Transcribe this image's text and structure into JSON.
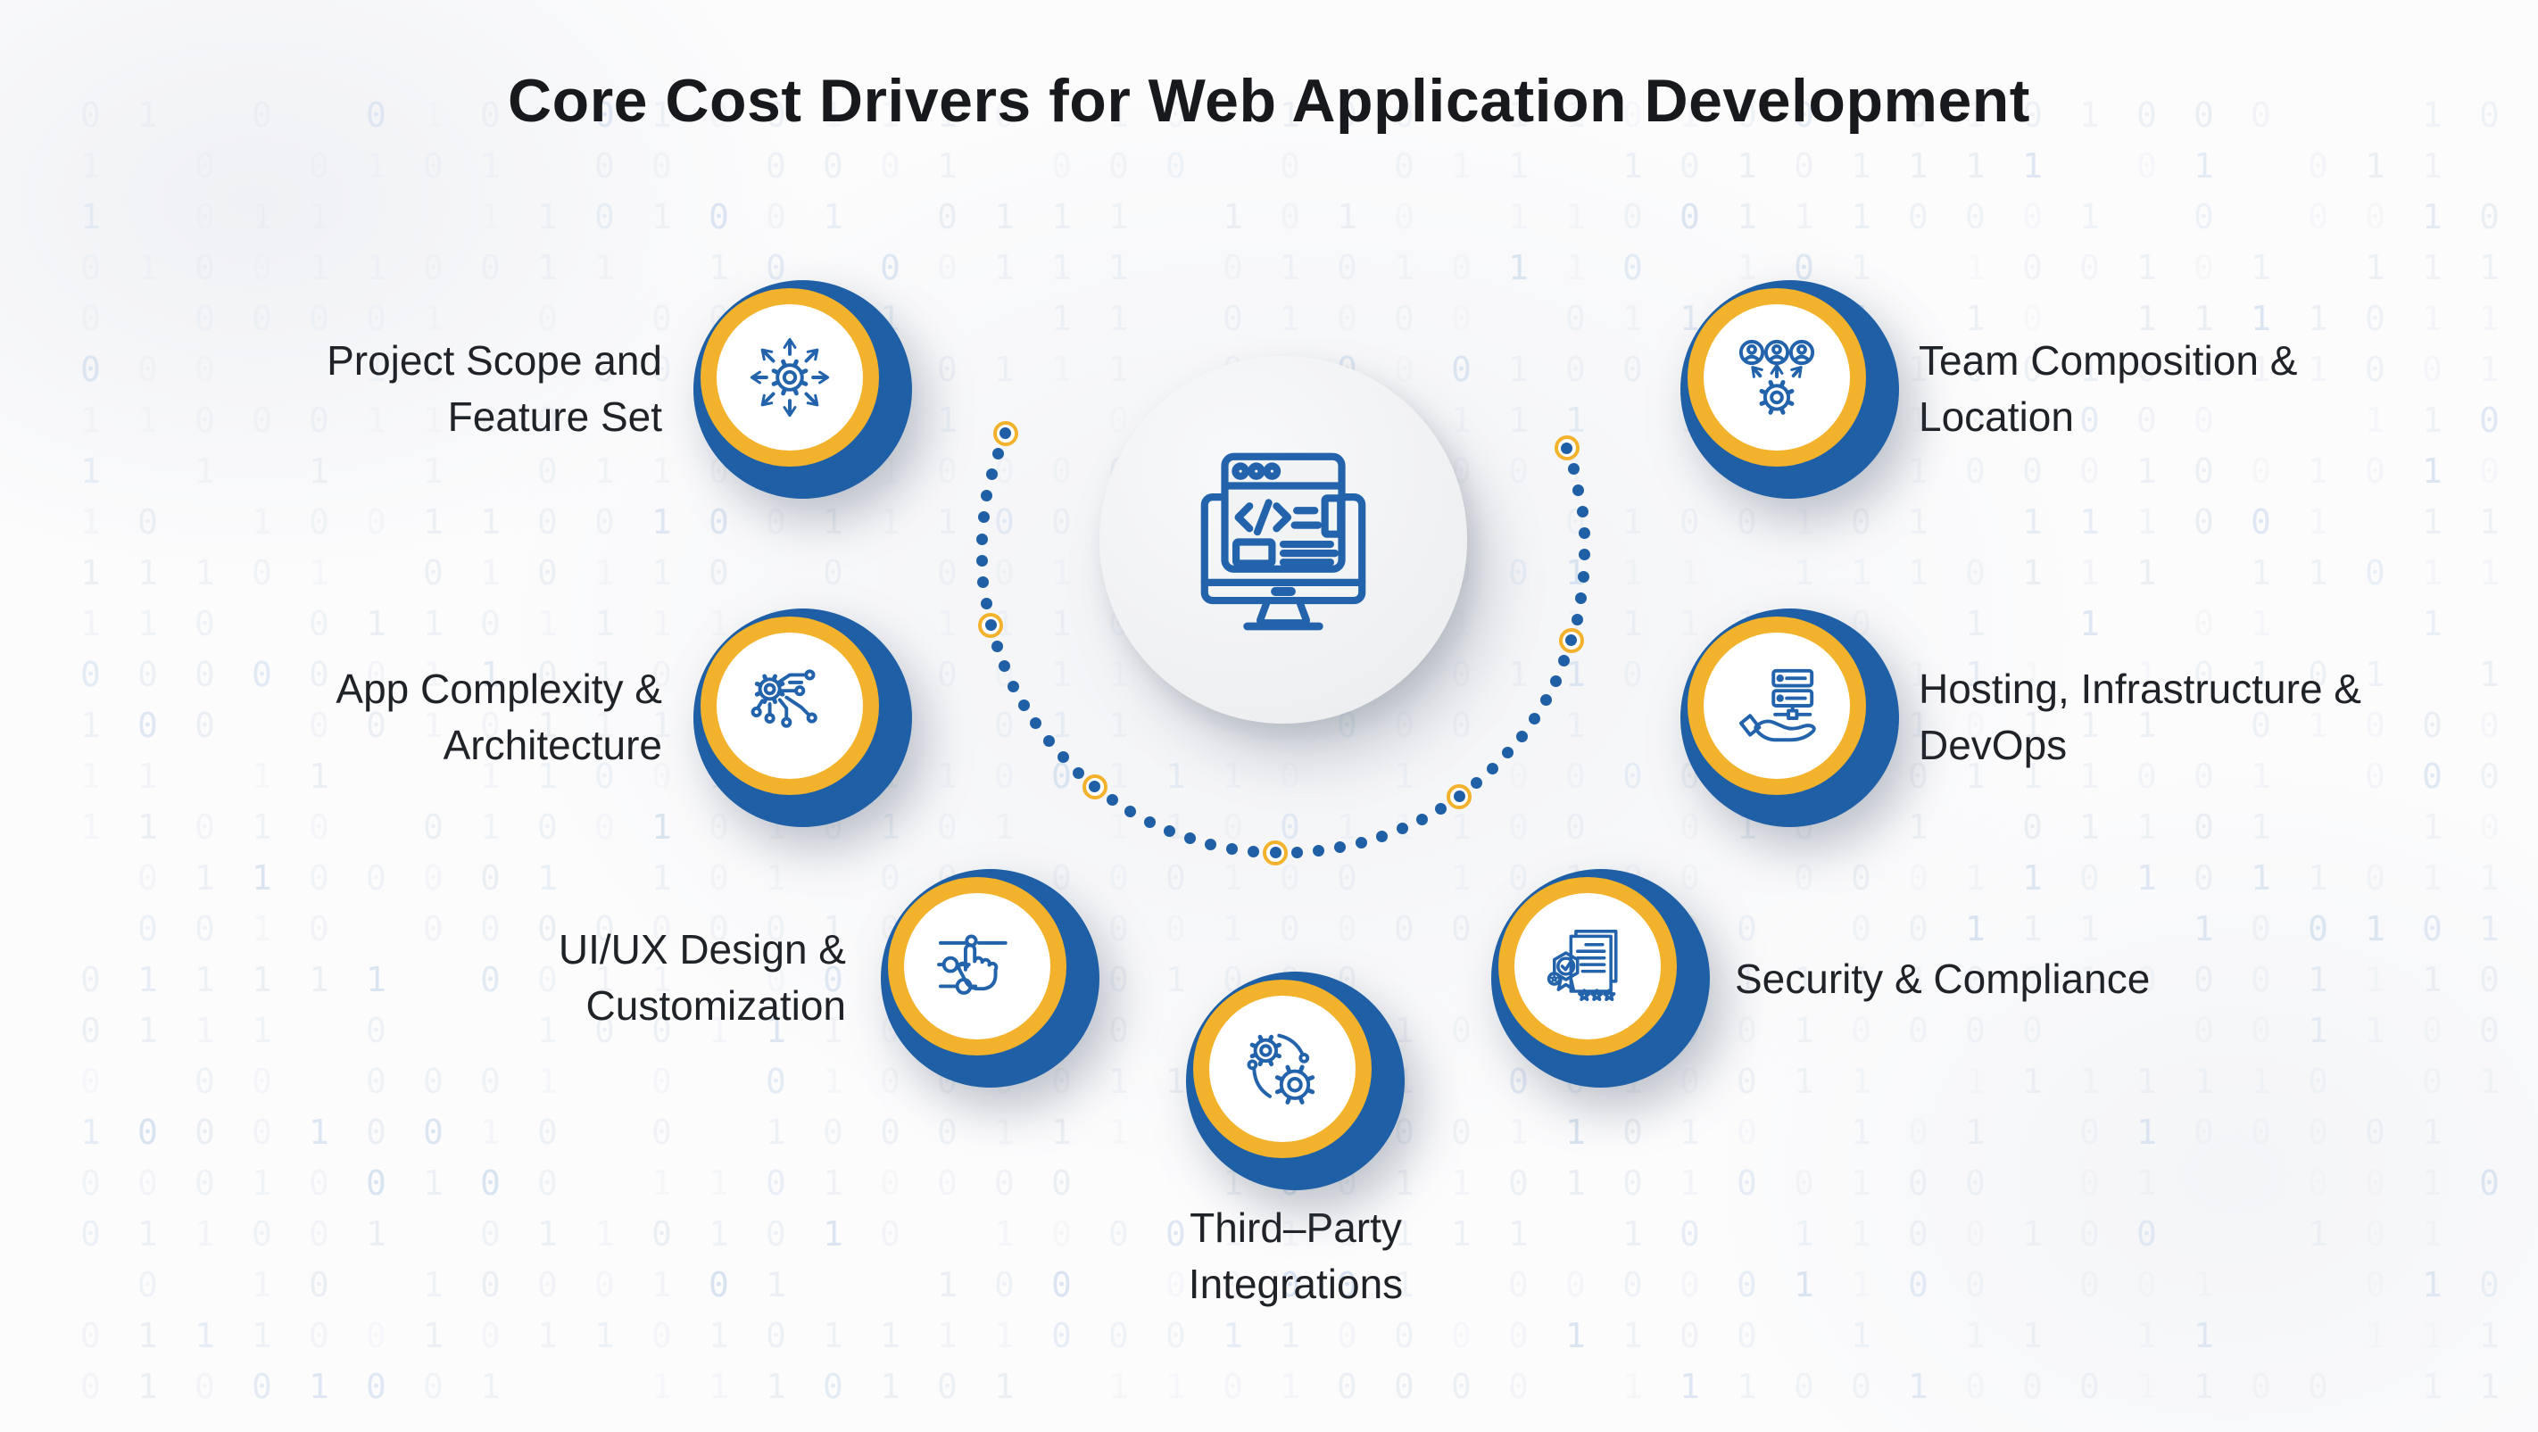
{
  "title": "Core Cost Drivers for Web Application Development",
  "center": {
    "name": "web-application-development",
    "icon": "code-browser-monitor-icon"
  },
  "colors": {
    "ring_blue": "#1E5FA6",
    "accent_yellow": "#F3B22C",
    "icon_blue": "#2263AB",
    "title_text": "#17191D",
    "label_text": "#1F2227",
    "background": "#FCFCFD",
    "binary_gray": "#EAEEF3",
    "binary_blue": "#D6E2F1"
  },
  "background_pattern": {
    "characters": [
      "0",
      "1"
    ],
    "description": "faint binary digit grid"
  },
  "nodes": [
    {
      "id": "project-scope",
      "label": "Project Scope and Feature Set",
      "lines": [
        "Project Scope and",
        "Feature Set"
      ],
      "icon": "gear-expand-arrows-icon",
      "position": "upper-left"
    },
    {
      "id": "app-complexity",
      "label": "App Complexity & Architecture",
      "lines": [
        "App Complexity &",
        "Architecture"
      ],
      "icon": "gear-circuit-icon",
      "position": "middle-left"
    },
    {
      "id": "uiux-design",
      "label": "UI/UX Design & Customization",
      "lines": [
        "UI/UX Design &",
        "Customization"
      ],
      "icon": "hand-sliders-icon",
      "position": "lower-left"
    },
    {
      "id": "third-party-integrations",
      "label": "Third–Party Integrations",
      "lines": [
        "Third–Party",
        "Integrations"
      ],
      "icon": "gears-sync-icon",
      "position": "bottom-center"
    },
    {
      "id": "security-compliance",
      "label": "Security & Compliance",
      "lines": [
        "Security & Compliance"
      ],
      "icon": "certificate-badge-icon",
      "position": "lower-right"
    },
    {
      "id": "hosting-devops",
      "label": "Hosting, Infrastructure & DevOps",
      "lines": [
        "Hosting, Infrastructure &",
        "DevOps"
      ],
      "icon": "hand-server-icon",
      "position": "middle-right"
    },
    {
      "id": "team-composition",
      "label": "Team Composition & Location",
      "lines": [
        "Team Composition &",
        "Location"
      ],
      "icon": "team-gear-icon",
      "position": "upper-right"
    }
  ]
}
